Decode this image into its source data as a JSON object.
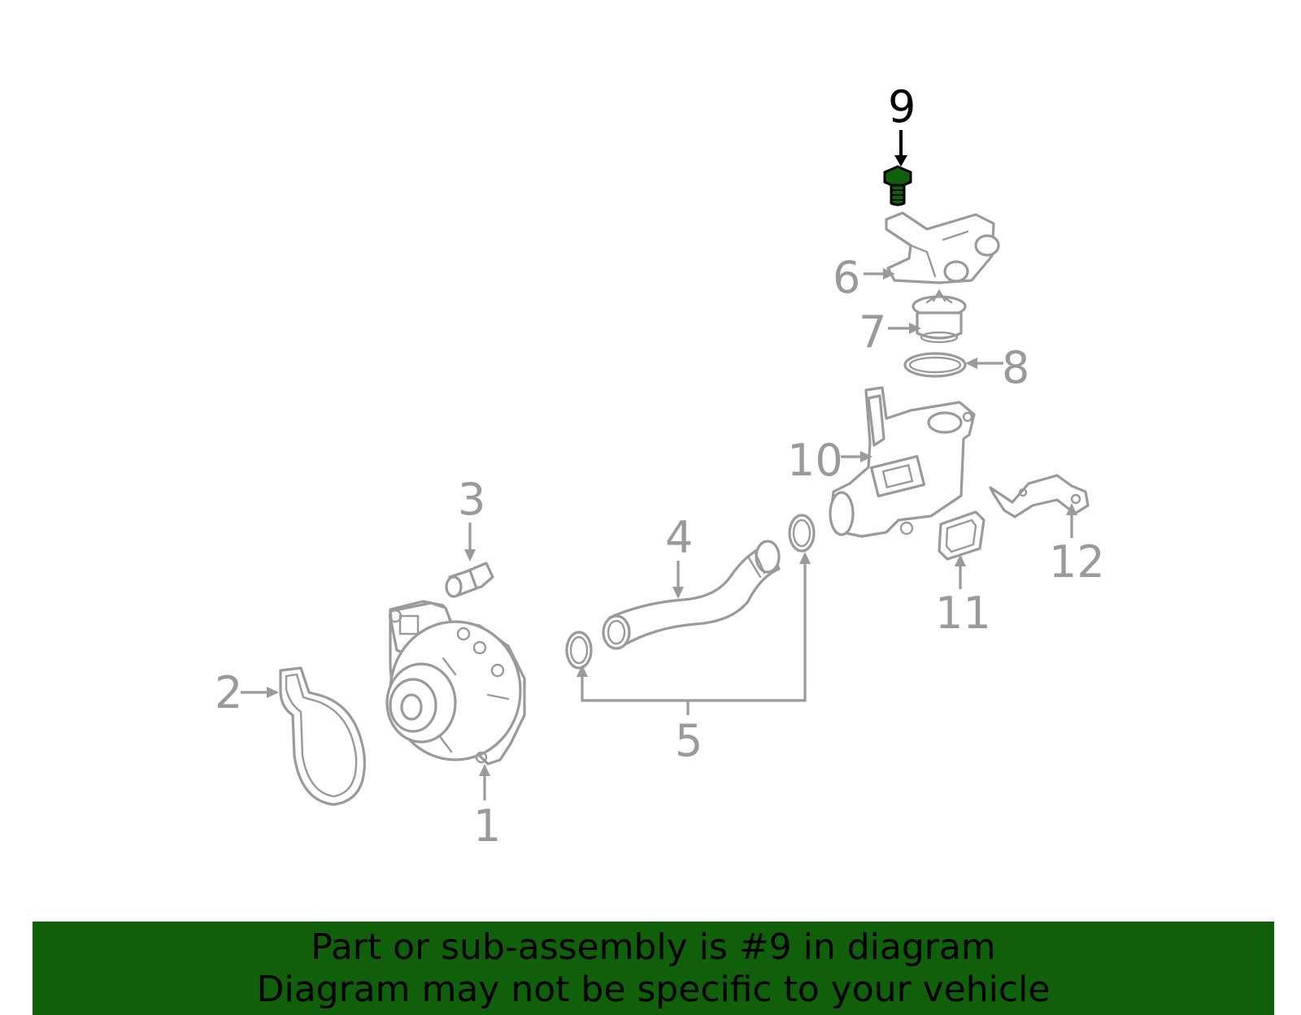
{
  "diagram": {
    "highlighted_part": "9",
    "highlight_color": "#0f5f0b",
    "line_color": "#9a9a9a",
    "callouts": [
      "1",
      "2",
      "3",
      "4",
      "5",
      "6",
      "7",
      "8",
      "9",
      "10",
      "11",
      "12"
    ]
  },
  "footer": {
    "line1": "Part or sub-assembly is #9 in diagram",
    "line2": "Diagram may not be specific to your vehicle",
    "background": "#0f5f0b"
  }
}
